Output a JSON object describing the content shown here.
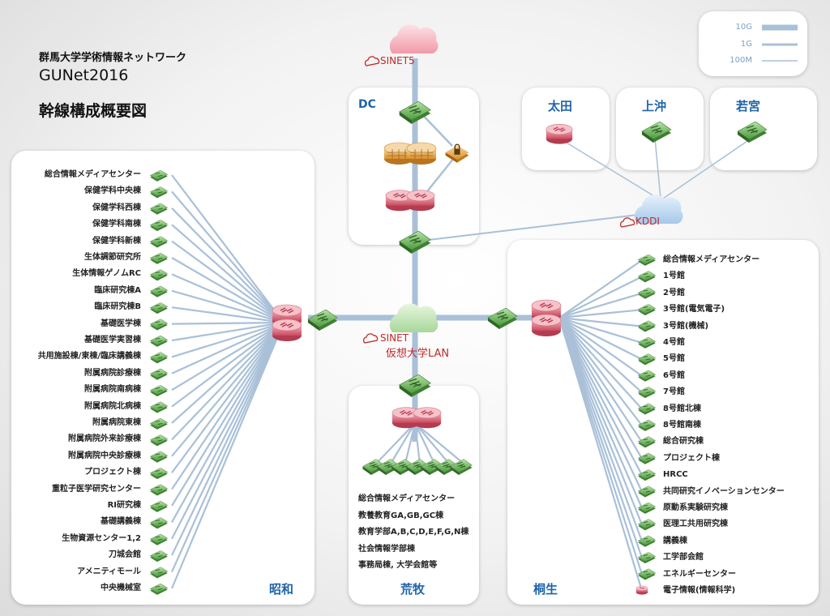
{
  "title": {
    "line1": "群馬大学学術情報ネットワーク",
    "line2": "GUNet2016",
    "line3": "幹線構成概要図"
  },
  "legend": {
    "items": [
      "10G",
      "1G",
      "100M"
    ]
  },
  "colors": {
    "link": "#a9c0d8",
    "region": "#1f64a8",
    "router": "#d96a7b",
    "switch": "#5aa84a",
    "cloud_red": "#c22a2a"
  },
  "sinet5": {
    "label": "SINET5"
  },
  "sinet_lan": {
    "line1": "SINET",
    "line2": "仮想大学LAN"
  },
  "kddi": {
    "label": "KDDI"
  },
  "dc": {
    "label": "DC"
  },
  "sites": [
    {
      "label": "太田",
      "device": "router"
    },
    {
      "label": "上沖",
      "device": "switch"
    },
    {
      "label": "若宮",
      "device": "switch"
    }
  ],
  "showa": {
    "label": "昭和",
    "buildings": [
      "総合情報メディアセンター",
      "保健学科中央棟",
      "保健学科西棟",
      "保健学科南棟",
      "保健学科新棟",
      "生体調節研究所",
      "生体情報ゲノムRC",
      "臨床研究棟A",
      "臨床研究棟B",
      "基礎医学棟",
      "基礎医学実習棟",
      "共用施設棟/東棟/臨床講義棟",
      "附属病院診療棟",
      "附属病院南病棟",
      "附属病院北病棟",
      "附属病院東棟",
      "附属病院外来診療棟",
      "附属病院中央診療棟",
      "プロジェクト棟",
      "重粒子医学研究センター",
      "RI研究棟",
      "基礎講義棟",
      "生物資源センター1,2",
      "刀城会館",
      "アメニティモール",
      "中央機械室"
    ]
  },
  "aramaki": {
    "label": "荒牧",
    "buildings": [
      "総合情報メディアセンター",
      "教養教育GA,GB,GC棟",
      "教育学部A,B,C,D,E,F,G,N棟",
      "社会情報学部棟",
      "事務局棟, 大学会館等"
    ]
  },
  "kiryu": {
    "label": "桐生",
    "buildings": [
      "総合情報メディアセンター",
      "1号館",
      "2号館",
      "3号館(電気電子)",
      "3号館(機械)",
      "4号館",
      "5号館",
      "6号館",
      "7号館",
      "8号館北棟",
      "8号館南棟",
      "総合研究棟",
      "プロジェクト棟",
      "HRCC",
      "共同研究イノベーションセンター",
      "原動系実験研究棟",
      "医理工共用研究棟",
      "講義棟",
      "工学部会館",
      "エネルギーセンター",
      "電子情報(情報科学)"
    ]
  }
}
